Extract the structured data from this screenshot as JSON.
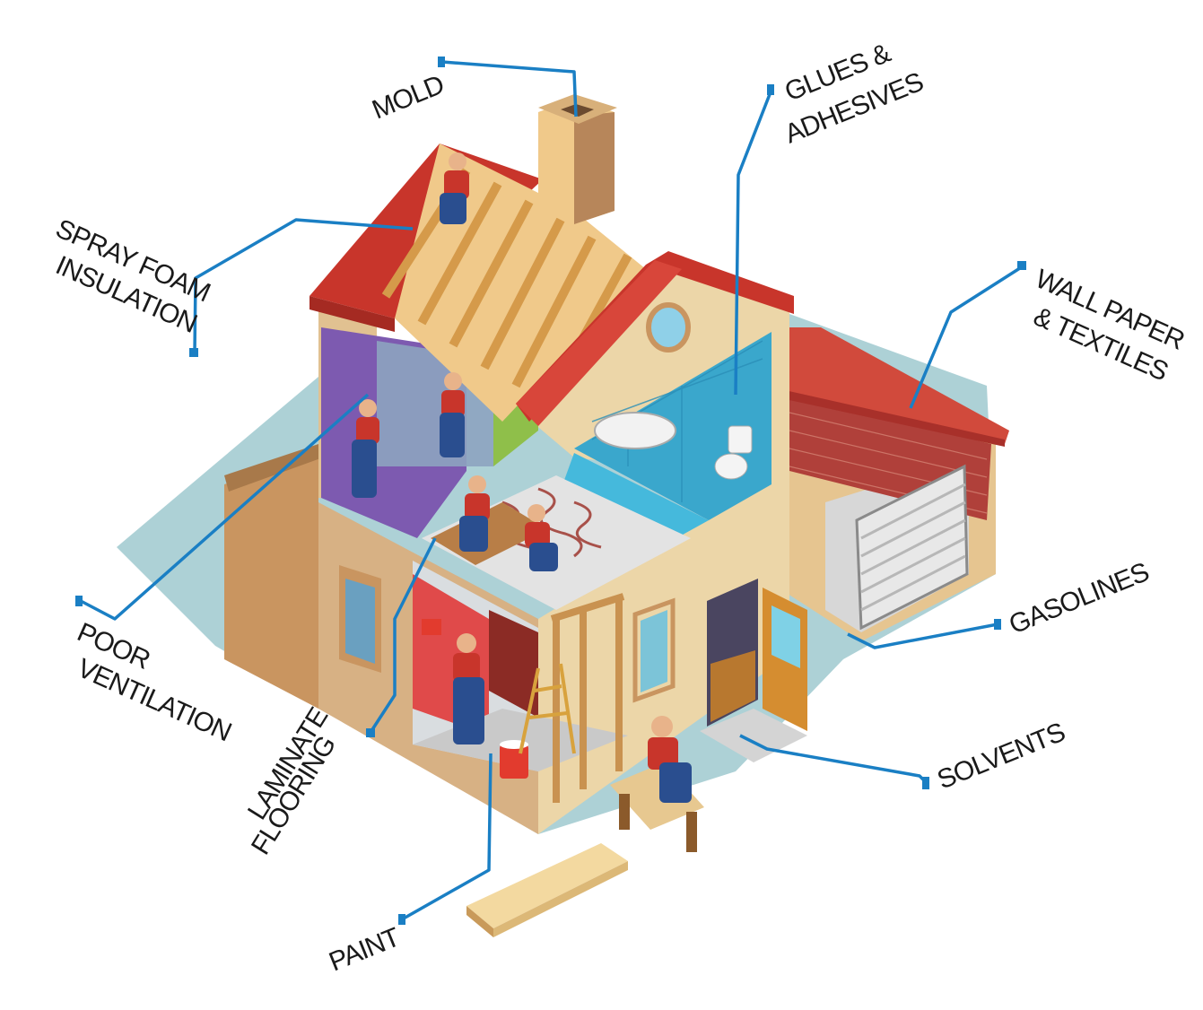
{
  "labels": {
    "mold": "MOLD",
    "glues_1": "GLUES &",
    "glues_2": "ADHESIVES",
    "spray_1": "SPRAY FOAM",
    "spray_2": "INSULATION",
    "wall_1": "WALL PAPER",
    "wall_2": "& TEXTILES",
    "gasolines": "GASOLINES",
    "poor_1": "POOR",
    "poor_2": "VENTILATION",
    "solvents": "SOLVENTS",
    "laminate_1": "LAMINATE",
    "laminate_2": "FLOORING",
    "paint": "PAINT"
  },
  "colors": {
    "leader": "#1a7fc4",
    "roof": "#c8352b",
    "wall": "#e9cfa0",
    "shadow": "#9fc9cf"
  }
}
